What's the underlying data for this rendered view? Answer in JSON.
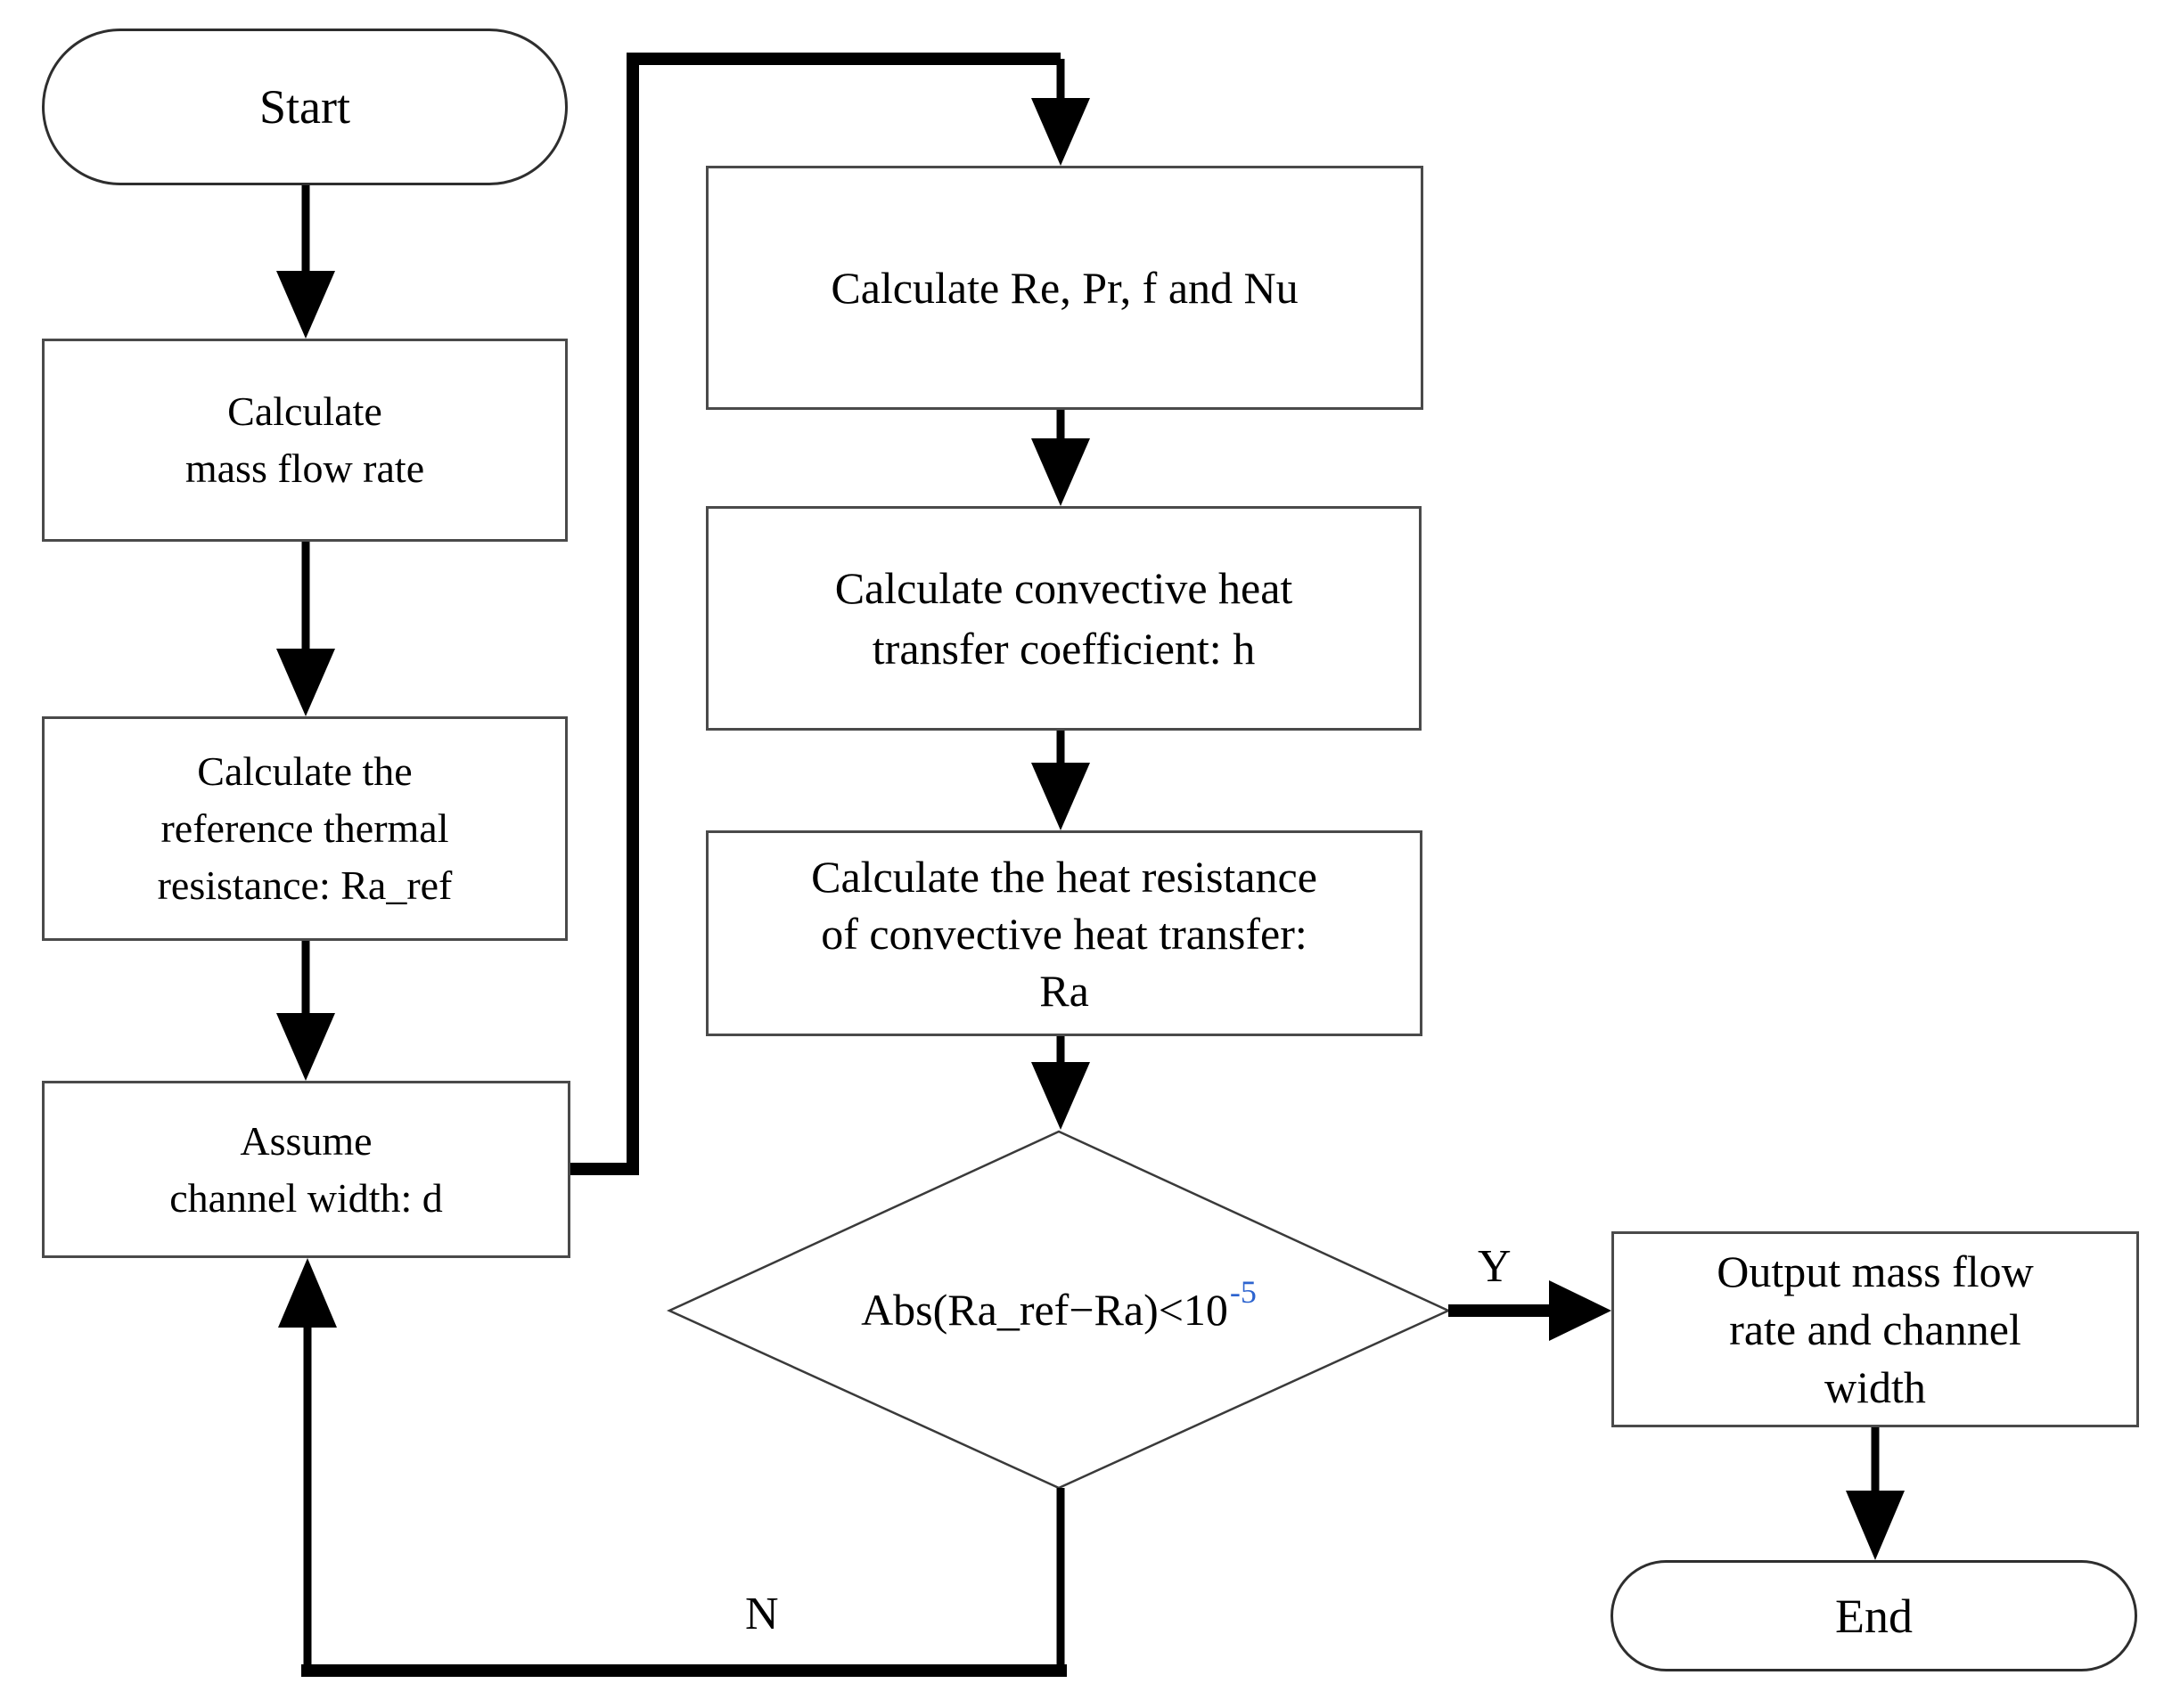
{
  "figure": {
    "type": "flowchart",
    "background": "#ffffff",
    "colors": {
      "line": "#000000",
      "process_border": "#4a4a4a",
      "text": "#000000",
      "superscript": "#2d64cf"
    },
    "nodes": {
      "start": {
        "shape": "terminator",
        "label": "Start"
      },
      "mass_flow": {
        "shape": "process",
        "label": "Calculate\nmass flow rate"
      },
      "ref_resistance": {
        "shape": "process",
        "label": "Calculate the\nreference thermal\nresistance: Ra_ref"
      },
      "assume_width": {
        "shape": "process",
        "label": "Assume\nchannel width: d"
      },
      "re_pr_f_nu": {
        "shape": "process",
        "label": "Calculate Re、Pr、f and Nu"
      },
      "h_coefficient": {
        "shape": "process",
        "label": "Calculate convective heat\ntransfer coefficient: h"
      },
      "heat_resistance": {
        "shape": "process",
        "label": "Calculate the heat resistance\nof convective heat transfer:\nRa"
      },
      "decision": {
        "shape": "decision",
        "label": "Abs(Ra_ref−Ra)<10",
        "superscript": "-5"
      },
      "output": {
        "shape": "process",
        "label": "Output mass flow\nrate and channel\nwidth"
      },
      "end": {
        "shape": "terminator",
        "label": "End"
      }
    },
    "edge_labels": {
      "yes": "Y",
      "no": "N"
    }
  }
}
